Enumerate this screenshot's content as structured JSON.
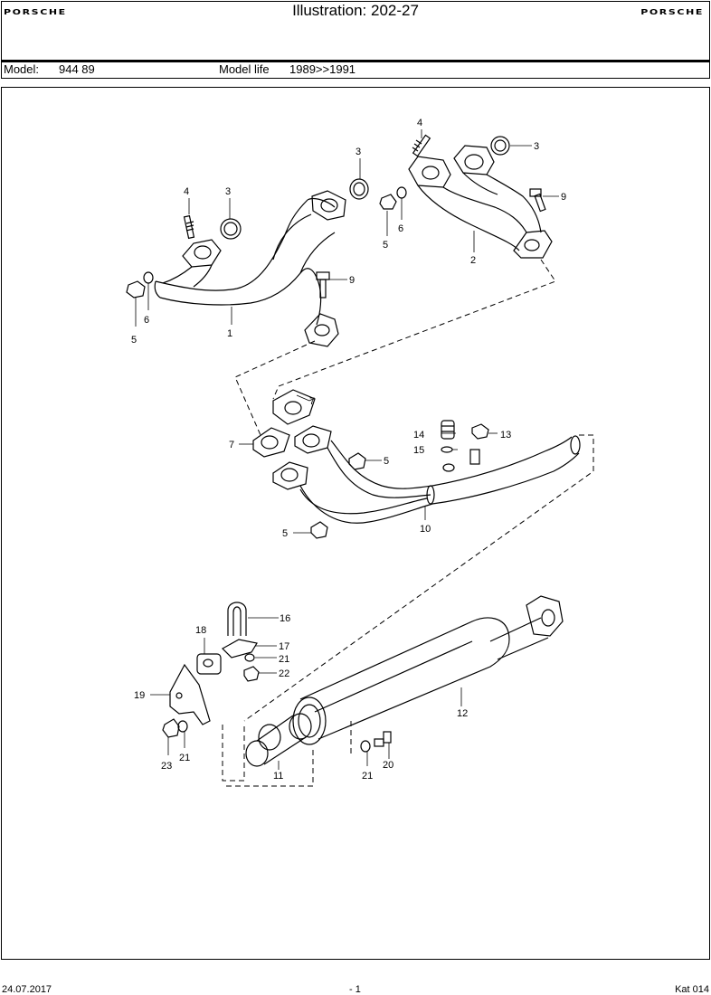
{
  "header": {
    "brand_left": "PORSCHE",
    "title": "Illustration: 202-27",
    "brand_right": "PORSCHE"
  },
  "model_info": {
    "model_label": "Model:",
    "model_value": "944 89",
    "life_label": "Model life",
    "life_value": "1989>>1991"
  },
  "callouts": [
    "4",
    "3",
    "3",
    "4",
    "3",
    "9",
    "9",
    "5",
    "6",
    "2",
    "6",
    "5",
    "1",
    "7",
    "7",
    "14",
    "13",
    "15",
    "5",
    "10",
    "5",
    "16",
    "18",
    "17",
    "21",
    "22",
    "19",
    "12",
    "23",
    "21",
    "11",
    "21",
    "20"
  ],
  "footer": {
    "date": "24.07.2017",
    "page": "- 1",
    "catalog": "Kat 014"
  }
}
